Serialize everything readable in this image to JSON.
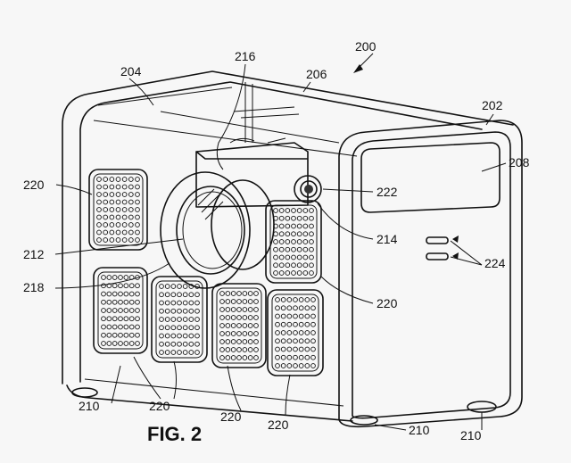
{
  "figure": {
    "caption": "FIG. 2",
    "labels": {
      "device": "200",
      "side_panel": "202",
      "top_window": "204",
      "top_edge": "206",
      "handle_slot": "208",
      "foot_left": "210",
      "foot_center": "210",
      "foot_right": "210",
      "lens": "212",
      "camera_ring": "214",
      "inner_housing": "216",
      "lens_ring": "218",
      "speaker_top_left": "220",
      "speaker_right": "220",
      "speaker_bottom_1": "220",
      "speaker_bottom_2": "220",
      "speaker_bottom_3": "220",
      "speaker_bottom_4": "220",
      "camera": "222",
      "vents": "224"
    }
  }
}
